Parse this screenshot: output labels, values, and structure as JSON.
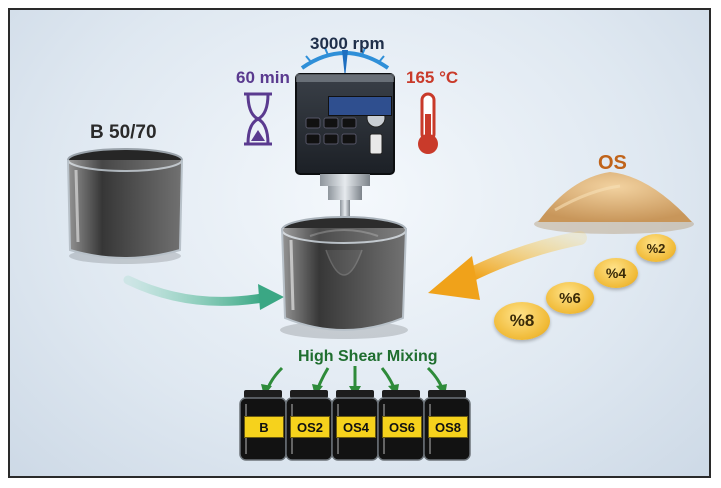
{
  "labels": {
    "bitumen": "B 50/70",
    "oil_shale": "OS",
    "speed": "3000 rpm",
    "time": "60 min",
    "temperature": "165 °C",
    "process": "High Shear Mixing"
  },
  "percentages": [
    "%2",
    "%4",
    "%6",
    "%8"
  ],
  "samples": [
    "B",
    "OS2",
    "OS4",
    "OS6",
    "OS8"
  ],
  "colors": {
    "bitumen": "#151515",
    "oil_shale": "#dcb07a",
    "arrow_bitumen": "#4cb594",
    "arrow_os": "#f0a21a",
    "arrow_mix": "#2e8b3a",
    "hourglass": "#5a3a8f",
    "thermometer": "#c93a2a",
    "gauge": "#2f8fd8"
  }
}
